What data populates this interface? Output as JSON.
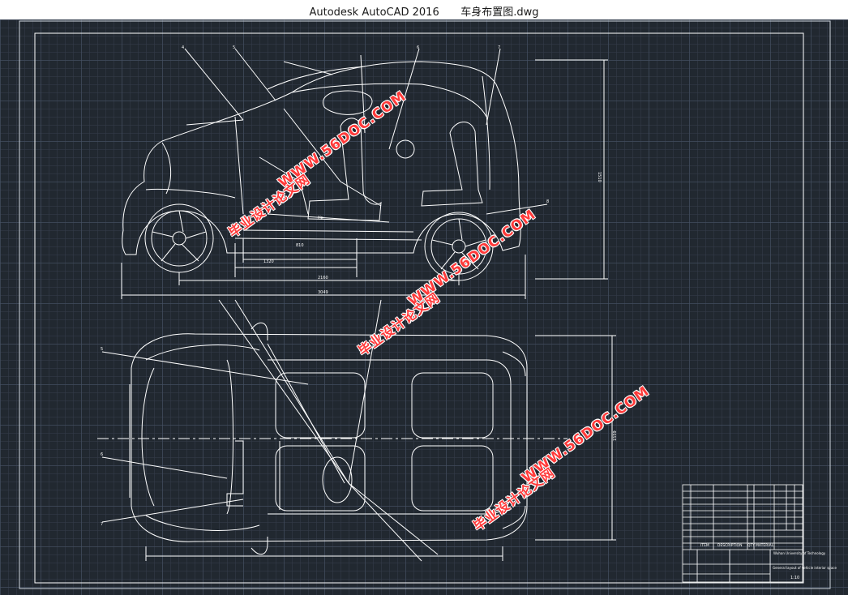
{
  "app": {
    "name": "Autodesk AutoCAD 2016",
    "file": "车身布置图.dwg"
  },
  "watermark": {
    "url": "WWW.56DOC.COM",
    "text": "毕业设计论文网"
  },
  "dimensions": {
    "side_height": "1510",
    "wheelbase": "2160",
    "overall_length": "3049",
    "top_width": "1559",
    "seat_1": "810",
    "seat_2": "1320",
    "label_b": "Hp"
  },
  "title_block": {
    "col_item": "ITEM",
    "col_description": "DESCRIPTION",
    "col_qty": "QTY",
    "col_material": "MATERIAL",
    "org": "Wuhan University of Technology",
    "drawing_title": "General layout of vehicle interior space",
    "scale": "1:10"
  },
  "callouts": [
    "4",
    "5",
    "6",
    "7",
    "8",
    "5",
    "6",
    "7"
  ],
  "colors": {
    "background": "#212830",
    "linework": "#ffffff",
    "watermark": "#ff3a3a"
  }
}
